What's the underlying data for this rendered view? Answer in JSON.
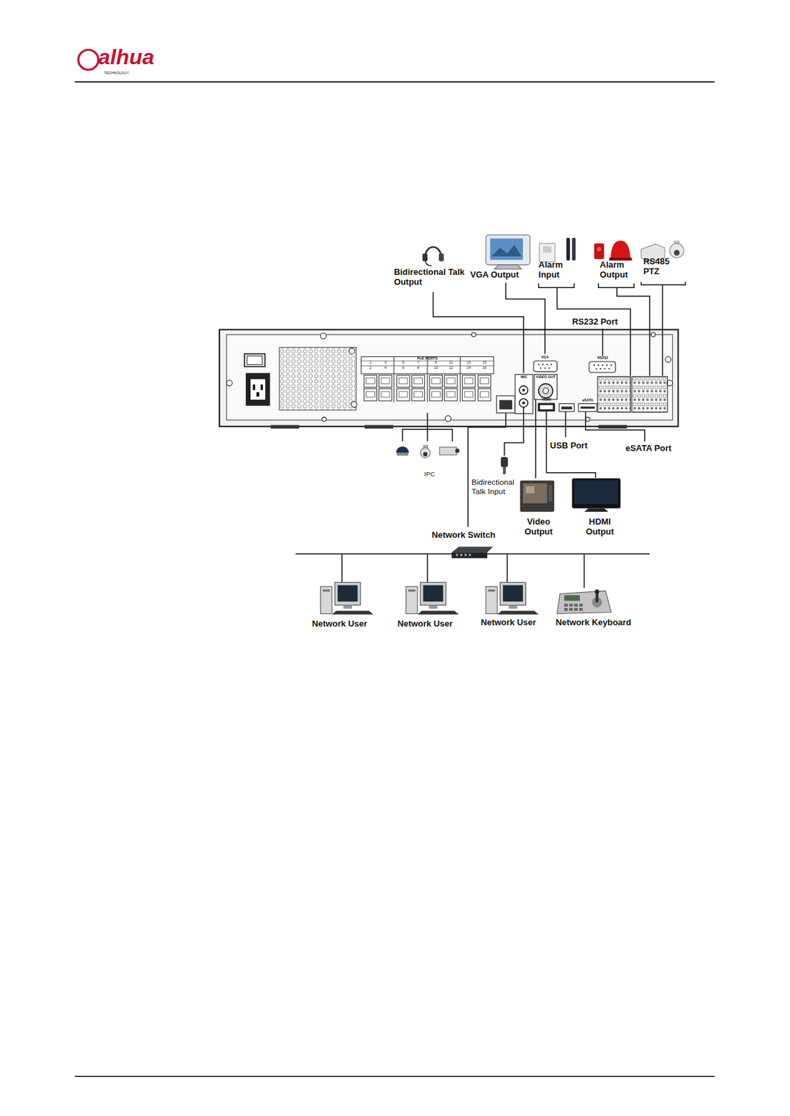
{
  "diagram": {
    "labels": [
      "alhua",
      "TECHNOLOGY",
      "Bidirectional Talk Output",
      "VGA Output",
      "Alarm Input",
      "Alarm Output",
      "RS485 PTZ",
      "RS232 Port",
      "PoE PORTS",
      "1",
      "2",
      "3",
      "4",
      "5",
      "6",
      "7",
      "8",
      "9",
      "10",
      "11",
      "12",
      "13",
      "14",
      "15",
      "16",
      "VGA",
      "RS232",
      "MIC",
      "VIDEO OUT",
      "HDMI",
      "eSATA",
      "USB Port",
      "eSATA Port",
      "IPC",
      "Bidirectional Talk Input",
      "Video Output",
      "HDMI Output",
      "Network Switch",
      "Network User",
      "Network User",
      "Network User",
      "Network Keyboard"
    ]
  }
}
